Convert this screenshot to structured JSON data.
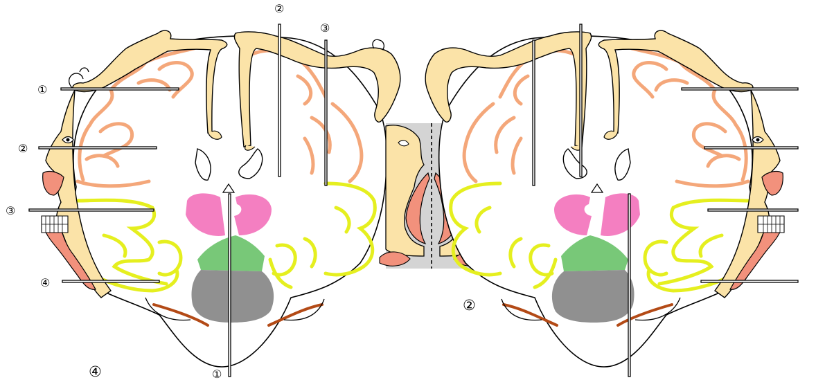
{
  "labels": {
    "brain_left": {
      "side_1": "①",
      "side_2": "②",
      "side_3": "③",
      "side_4": "④",
      "top_2": "②",
      "top_3": "③",
      "bottom_1": "①"
    },
    "figure_center": "②",
    "figure_bottom_left": "④"
  },
  "colors": {
    "homunculus": "#fbe3a8",
    "motor_cortex": "#f4a77a",
    "auditory_cortex": "#e5ef1f",
    "thalamus": "#f47fc1",
    "hypothalamus": "#78c878",
    "brainstem": "#909090",
    "cerebellum_tract": "#b34a16",
    "lips": "#f2917c",
    "midline_panel": "#d4d4d4"
  },
  "icons": [
    "brain-coronal-section",
    "sensory-homunculus",
    "face-profile"
  ]
}
